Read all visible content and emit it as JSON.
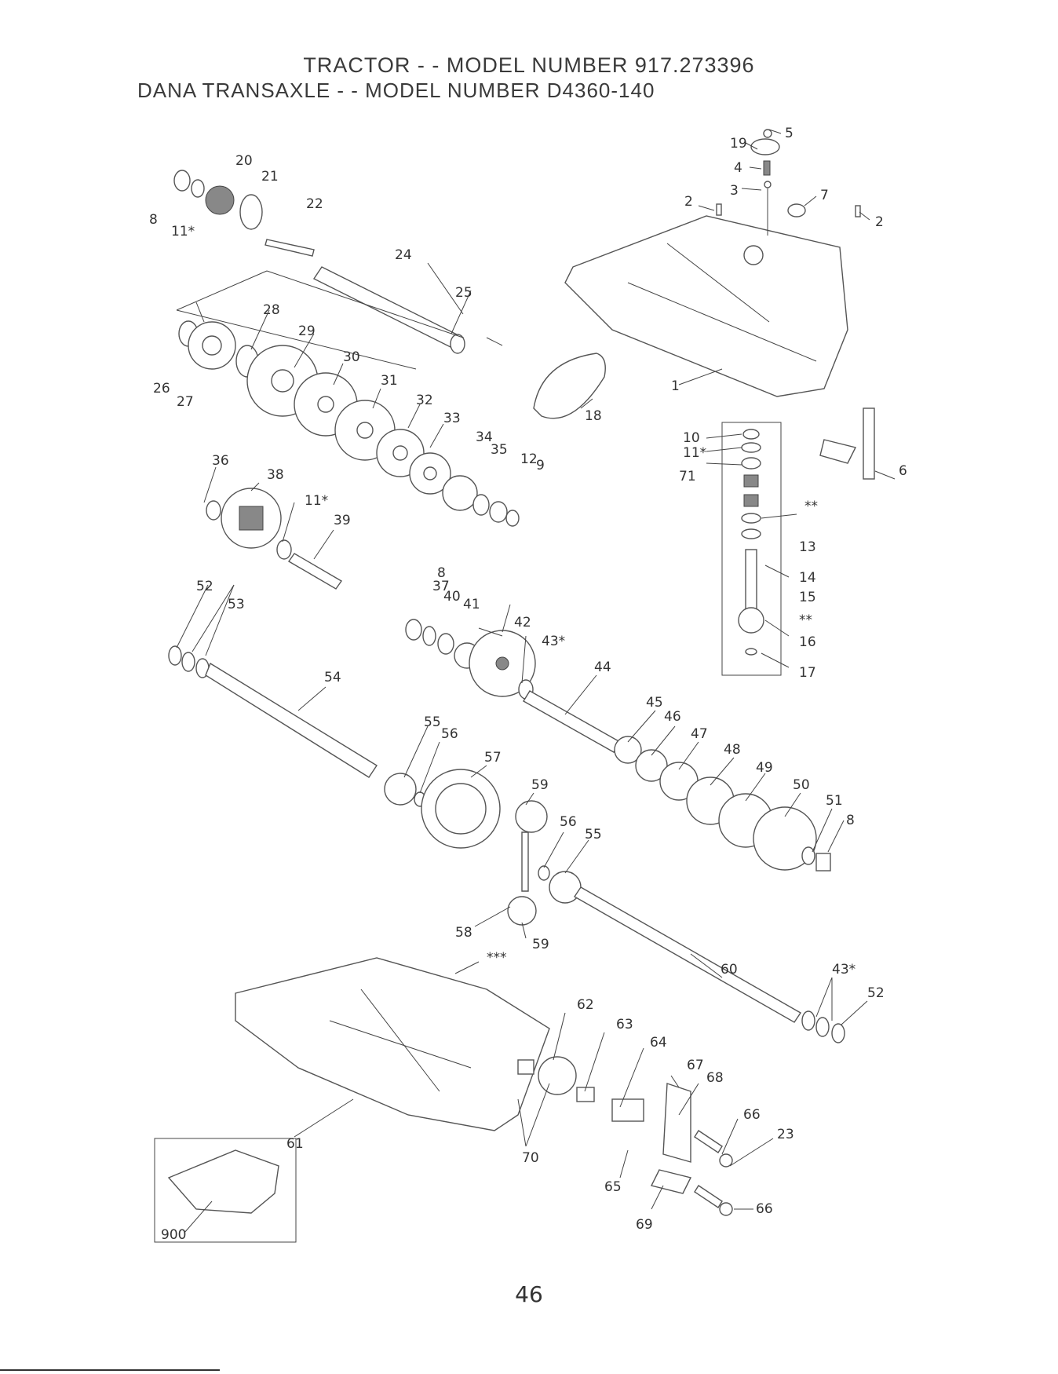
{
  "header": {
    "title_line1": "TRACTOR - - MODEL NUMBER  917.273396",
    "title_line2": "DANA TRANSAXLE - - MODEL NUMBER D4360-140"
  },
  "callouts": {
    "c1": "1",
    "c2a": "2",
    "c2b": "2",
    "c3": "3",
    "c4": "4",
    "c5": "5",
    "c6": "6",
    "c7": "7",
    "c8a": "8",
    "c8b": "8",
    "c8c": "8",
    "c9": "9",
    "c10": "10",
    "c11a": "11*",
    "c11b": "11*",
    "c11c": "11*",
    "c12": "12",
    "c13": "13",
    "c14": "14",
    "c15": "15",
    "c16": "16",
    "c17": "17",
    "c18": "18",
    "c19": "19",
    "c20": "20",
    "c21": "21",
    "c22": "22",
    "c23": "23",
    "c24": "24",
    "c25": "25",
    "c26": "26",
    "c27": "27",
    "c28": "28",
    "c29": "29",
    "c30": "30",
    "c31": "31",
    "c32": "32",
    "c33": "33",
    "c34": "34",
    "c35": "35",
    "c36": "36",
    "c37": "37",
    "c38": "38",
    "c39": "39",
    "c40": "40",
    "c41": "41",
    "c42": "42",
    "c43a": "43*",
    "c43b": "43*",
    "c44": "44",
    "c45": "45",
    "c46": "46",
    "c47": "47",
    "c48": "48",
    "c49": "49",
    "c50": "50",
    "c51": "51",
    "c52a": "52",
    "c52b": "52",
    "c53": "53",
    "c54": "54",
    "c55a": "55",
    "c55b": "55",
    "c56a": "56",
    "c56b": "56",
    "c57": "57",
    "c58": "58",
    "c59a": "59",
    "c59b": "59",
    "c60": "60",
    "c61": "61",
    "c62": "62",
    "c63": "63",
    "c64": "64",
    "c65": "65",
    "c66a": "66",
    "c66b": "66",
    "c67": "67",
    "c68": "68",
    "c69": "69",
    "c70": "70",
    "c71": "71",
    "c900": "900",
    "star2a": "**",
    "star2b": "**",
    "star3": "***"
  },
  "footer": {
    "page_number": "46"
  }
}
